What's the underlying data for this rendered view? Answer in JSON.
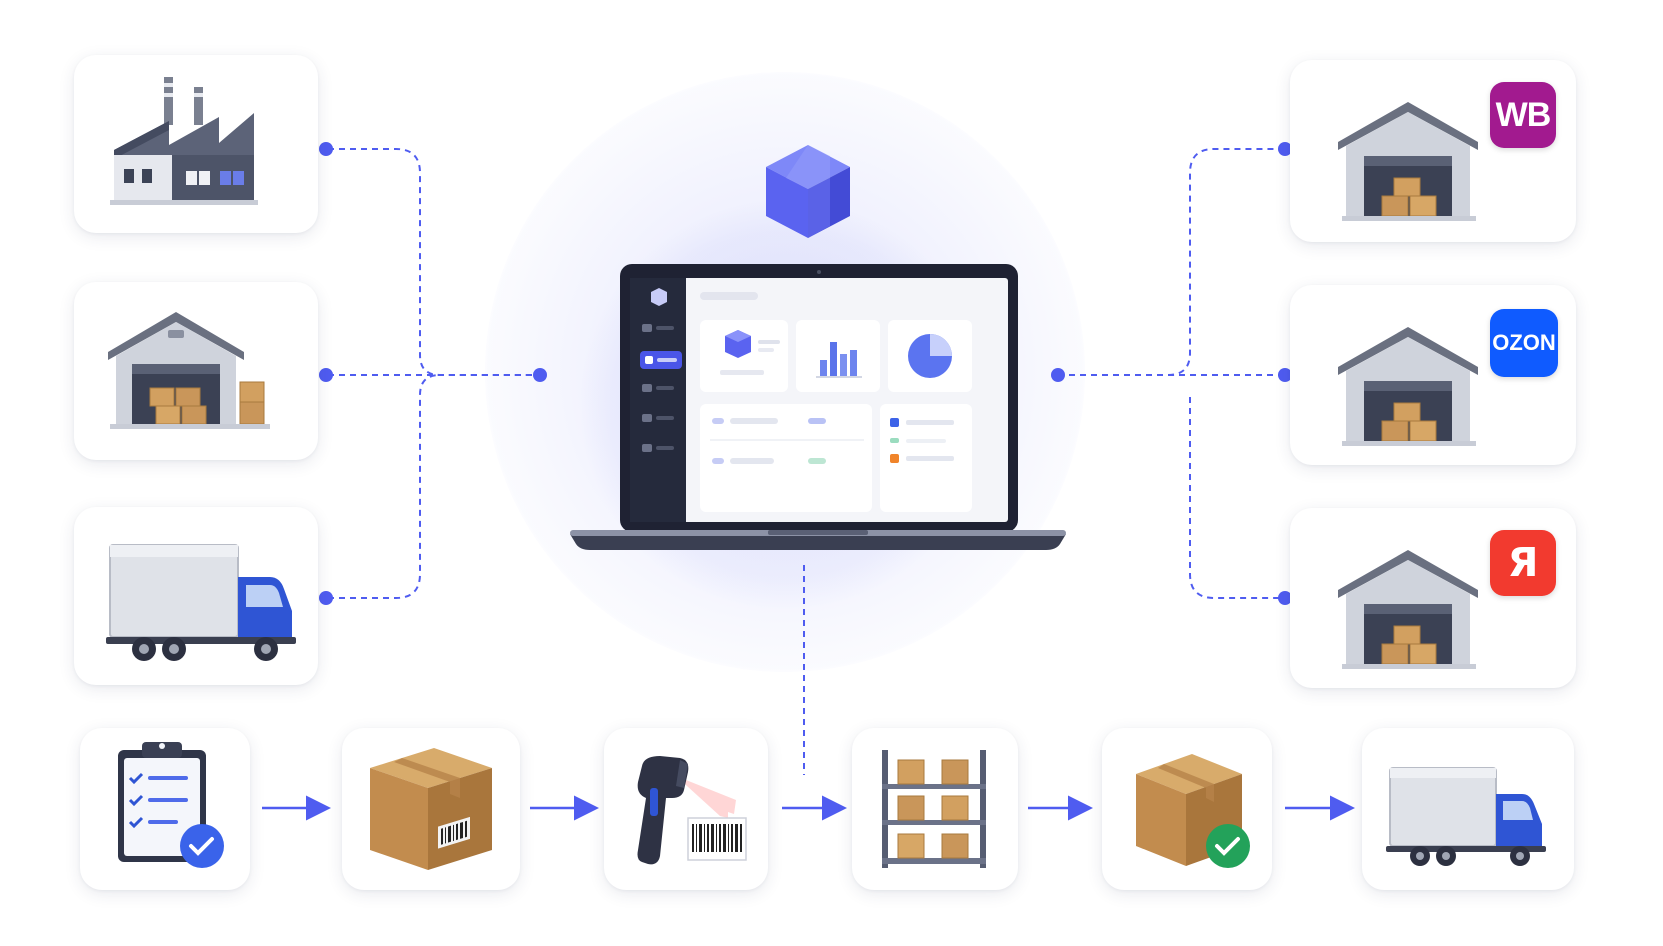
{
  "marketplaces": {
    "wb_label": "WB",
    "ozon_label": "OZON",
    "yandex_label": "Я"
  },
  "colors": {
    "accent": "#4a55e8",
    "connector": "#4f5cf0",
    "wb": "#a21a8f",
    "ozon": "#0f5bff",
    "yandex": "#f23a2f",
    "card_bg": "#ffffff",
    "laptop_dark": "#1f2233",
    "cardboard": "#c99a5b"
  },
  "icons": {
    "center": "isometric-box-logo-icon",
    "sources": [
      "factory-icon",
      "warehouse-icon",
      "truck-icon"
    ],
    "destinations": [
      "warehouse-icon",
      "warehouse-icon",
      "warehouse-icon"
    ],
    "process": [
      "checklist-clipboard-icon",
      "cardboard-box-icon",
      "barcode-scanner-icon",
      "warehouse-shelf-icon",
      "box-checked-icon",
      "delivery-truck-icon"
    ]
  }
}
